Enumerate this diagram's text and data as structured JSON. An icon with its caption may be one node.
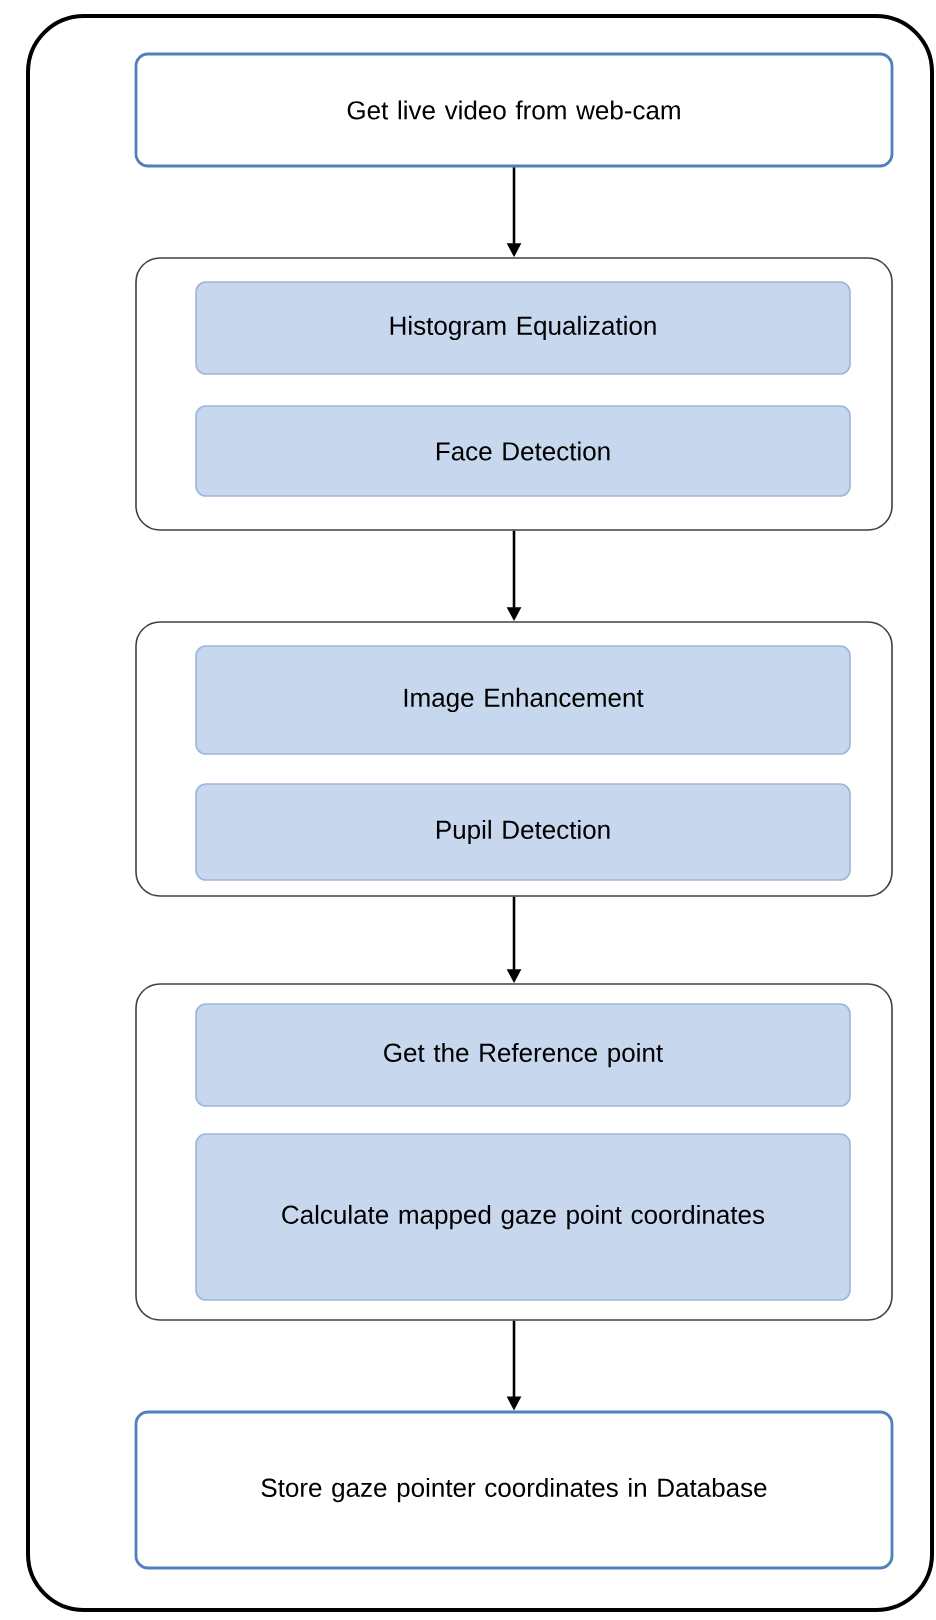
{
  "diagram": {
    "nodes": [
      {
        "text": [],
        "shape": "box"
      },
      {
        "text": [
          "Get live video from web-cam"
        ],
        "in": 0
      },
      {
        "text": [],
        "shape": "box",
        "in": 0
      },
      {
        "text": [
          "Histogram Equalization"
        ],
        "in": 2
      },
      {
        "text": [
          "Face Detection"
        ],
        "in": 2
      },
      {
        "text": [],
        "shape": "box",
        "in": 0
      },
      {
        "text": [
          "Image Enhancement"
        ],
        "in": 5
      },
      {
        "text": [
          "Pupil Detection"
        ],
        "in": 5
      },
      {
        "text": [],
        "shape": "box",
        "in": 0
      },
      {
        "text": [
          "Get the Reference point"
        ],
        "in": 8
      },
      {
        "text": [
          "Calculate mapped gaze point coordinates"
        ],
        "in": 8
      },
      {
        "text": [
          "Store gaze pointer coordinates in Database"
        ],
        "in": 0
      }
    ],
    "edges": [
      {
        "from": 1,
        "to": 2,
        "arrow": "to"
      },
      {
        "from": 2,
        "to": 5,
        "arrow": "to"
      },
      {
        "from": 5,
        "to": 8,
        "arrow": "to"
      },
      {
        "from": 8,
        "to": 11,
        "arrow": "to"
      }
    ]
  }
}
